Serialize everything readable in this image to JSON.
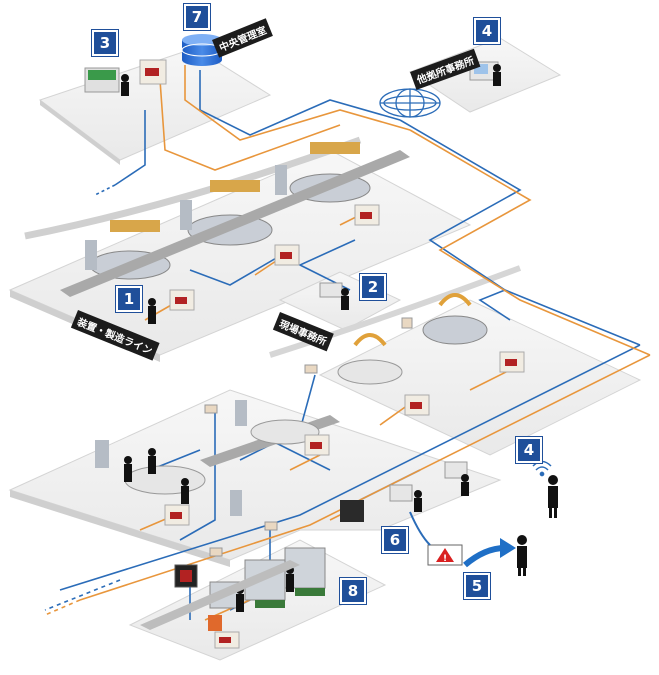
{
  "badges": {
    "b1": "1",
    "b2": "2",
    "b3": "3",
    "b4_top": "4",
    "b4_mid": "4",
    "b5": "5",
    "b6": "6",
    "b7": "7",
    "b8": "8"
  },
  "labels": {
    "central_control_room": "中央管理室",
    "other_office": "他拠所事務所",
    "site_office": "現場事務所",
    "assembly_line": "装置・製造ライン"
  },
  "colors": {
    "badge": "#1f4f9a",
    "network_blue": "#2b6cb8",
    "network_orange": "#e8963c",
    "alert_red": "#d92020",
    "floor": "#f2f2f2",
    "floor_edge": "#cfcfcf"
  },
  "icons": {
    "globe": "globe-icon",
    "database": "database-icon",
    "warning": "warning-icon",
    "wifi": "wifi-icon",
    "arrow": "arrow-right-icon"
  }
}
